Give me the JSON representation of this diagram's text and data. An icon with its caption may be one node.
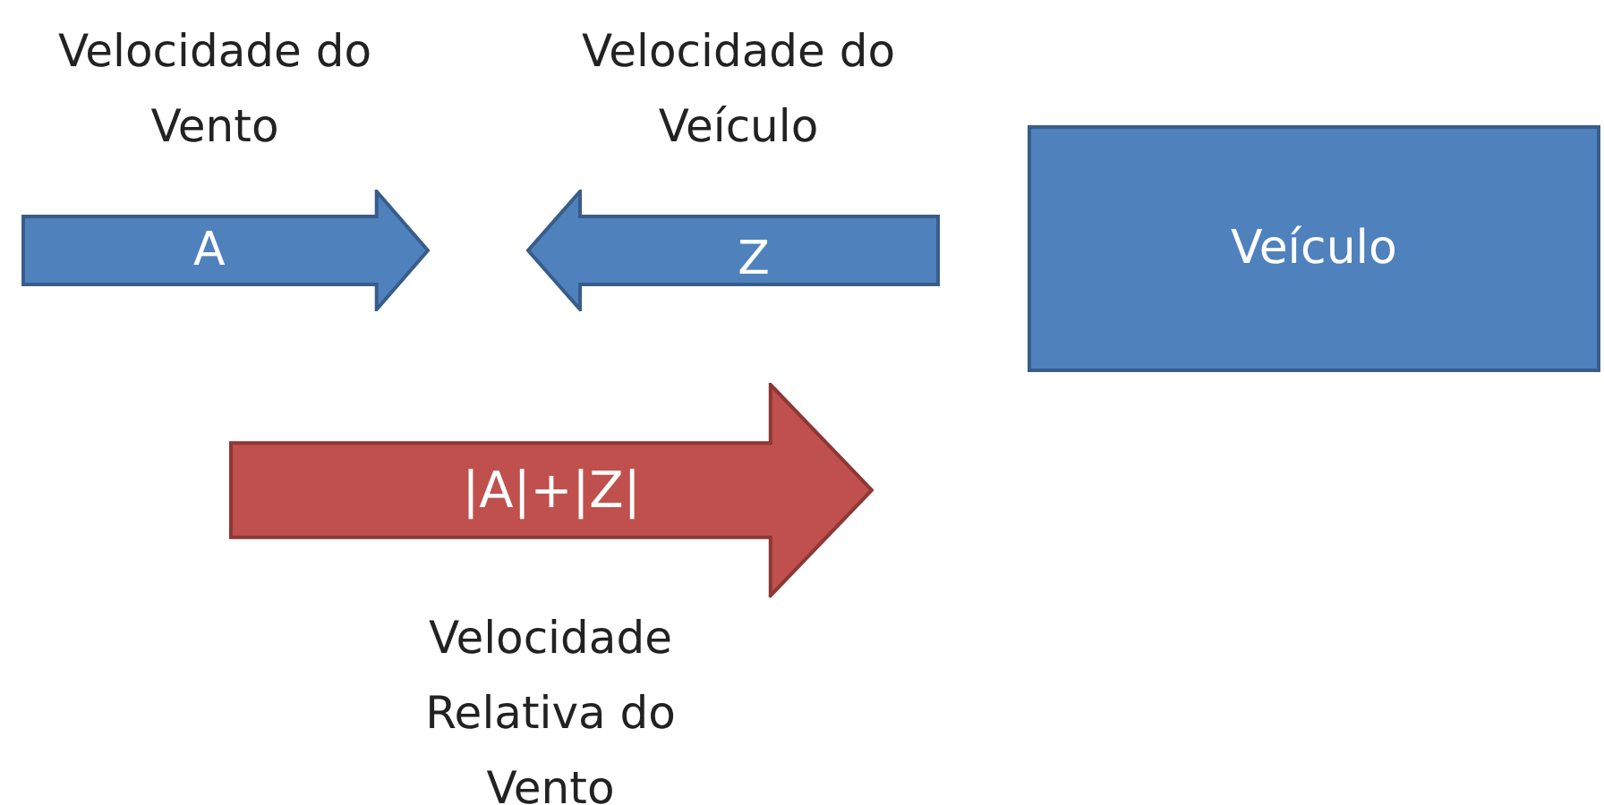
{
  "diagram": {
    "nodes": [
      {
        "text": [
          "A"
        ],
        "beside": [
          "Velocidade do Vento"
        ]
      },
      {
        "text": [
          "Z"
        ],
        "beside": [
          "Velocidade do Veículo"
        ]
      },
      {
        "text": [
          "Veículo"
        ]
      },
      {
        "text": [
          "|A|+|Z|"
        ],
        "beside": [
          "Velocidade Relativa do Vento"
        ]
      }
    ]
  }
}
